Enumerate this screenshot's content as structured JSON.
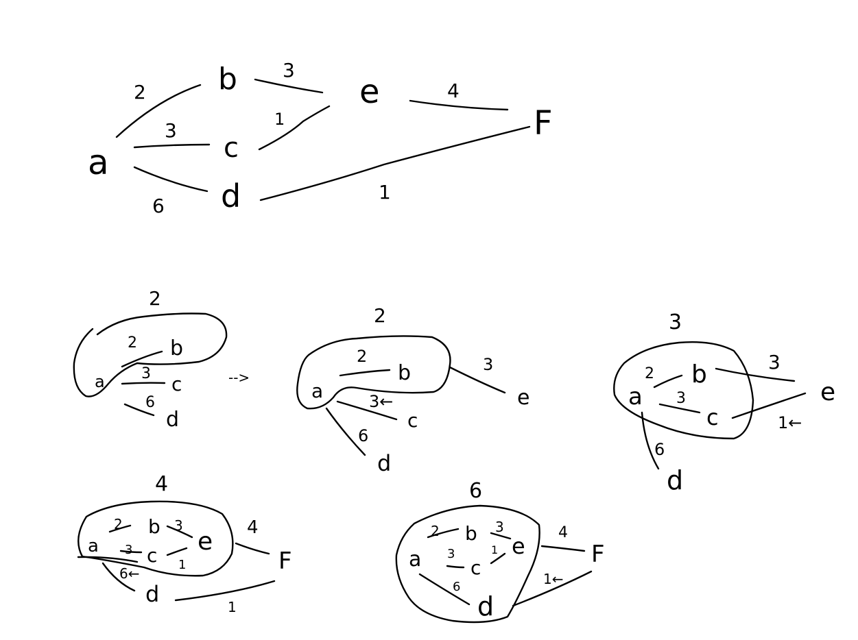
{
  "ink_color": "#000000",
  "background_color": "#ffffff",
  "main_graph": {
    "nodes": {
      "a": "a",
      "b": "b",
      "c": "c",
      "d": "d",
      "e": "e",
      "f": "F"
    },
    "weights": {
      "a_b": "2",
      "a_c": "3",
      "a_d": "6",
      "b_e": "3",
      "c_e": "1",
      "e_f": "4",
      "d_f": "1"
    }
  },
  "steps": [
    {
      "cost": "2",
      "arrow": "-->",
      "nodes": {
        "a": "a",
        "b": "b",
        "c": "c",
        "d": "d"
      },
      "weights": {
        "a_b": "2",
        "a_c": "3",
        "a_d": "6"
      }
    },
    {
      "cost": "2",
      "nodes": {
        "a": "a",
        "b": "b",
        "c": "c",
        "d": "d",
        "e": "e"
      },
      "weights": {
        "a_b": "2",
        "a_c": "3←",
        "a_d": "6",
        "b_e": "3"
      }
    },
    {
      "cost": "3",
      "nodes": {
        "a": "a",
        "b": "b",
        "c": "c",
        "d": "d",
        "e": "e"
      },
      "weights": {
        "a_b": "2",
        "a_c": "3",
        "a_d": "6",
        "b_e": "3",
        "c_e": "1←"
      }
    },
    {
      "cost": "4",
      "nodes": {
        "a": "a",
        "b": "b",
        "c": "c",
        "d": "d",
        "e": "e",
        "f": "F"
      },
      "weights": {
        "a_b": "2",
        "b_e": "3",
        "a_c": "3",
        "c_e": "1",
        "e_f": "4",
        "a_d": "6←",
        "d_f": "1"
      }
    },
    {
      "cost": "6",
      "nodes": {
        "a": "a",
        "b": "b",
        "c": "c",
        "d": "d",
        "e": "e",
        "f": "F"
      },
      "weights": {
        "a_b": "2",
        "b_e": "3",
        "a_c": "3",
        "c_e": "1",
        "a_d": "6",
        "e_f": "4",
        "d_f": "1←"
      }
    }
  ]
}
